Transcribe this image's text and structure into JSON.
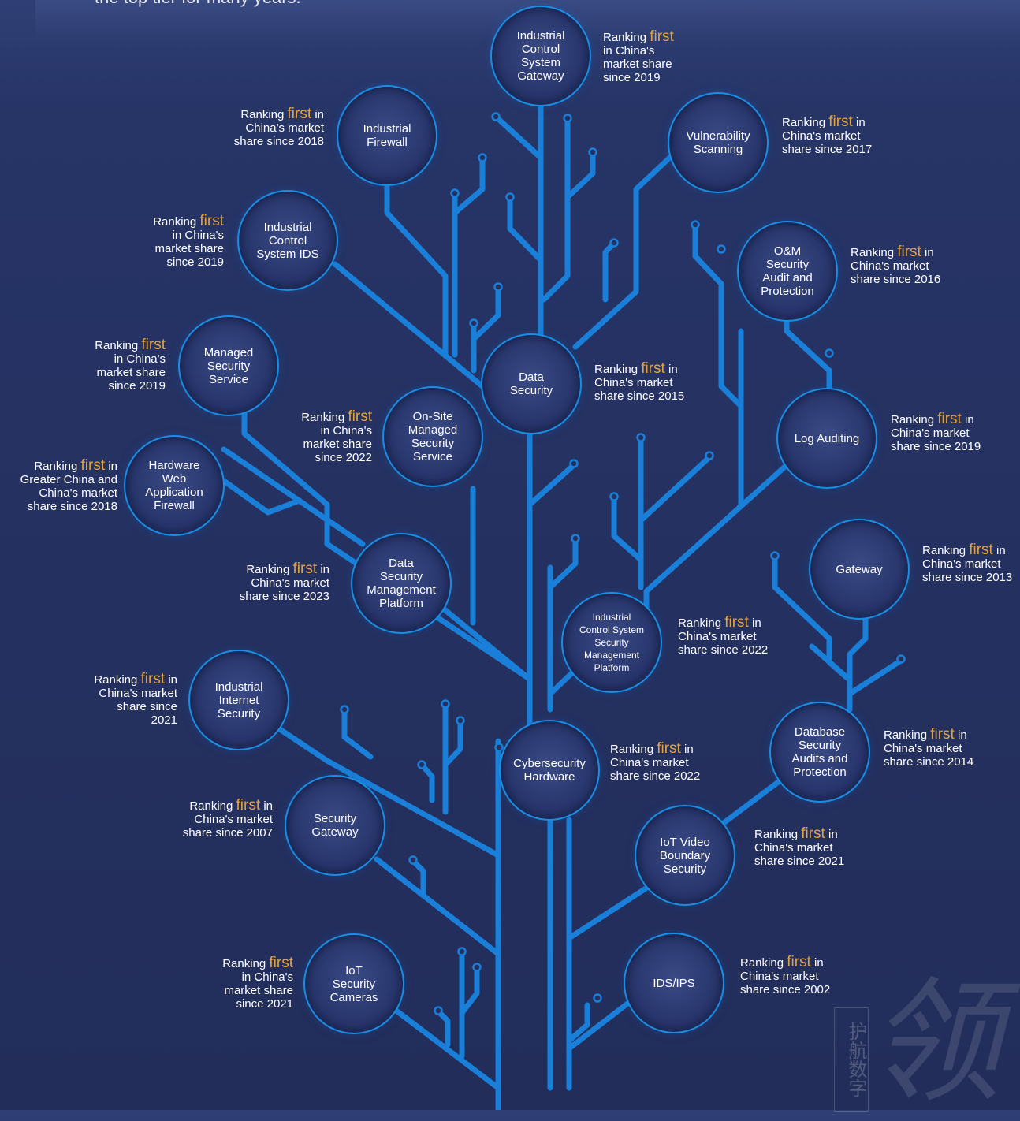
{
  "intro_text": "the top tier for many years.",
  "nodes": {
    "ics_gateway": {
      "label": [
        "Industrial",
        "Control",
        "System",
        "Gateway"
      ],
      "caption_pre": "Ranking ",
      "caption_hl": "first",
      "caption_post": "in China's market share since 2019"
    },
    "industrial_firewall": {
      "label": [
        "Industrial",
        "Firewall"
      ],
      "caption_pre": "Ranking ",
      "caption_hl": "first",
      "caption_post": "China's market share since 2018"
    },
    "vulnerability_scanning": {
      "label": [
        "Vulnerability",
        "Scanning"
      ],
      "caption_pre": "Ranking ",
      "caption_hl": "first",
      "caption_post": "China's market share since 2017"
    },
    "ics_ids": {
      "label": [
        "Industrial",
        "Control",
        "System IDS"
      ],
      "caption_pre": "Ranking ",
      "caption_hl": "first",
      "caption_post": "in China's market share since 2019"
    },
    "om_audit": {
      "label": [
        "O&M",
        "Security",
        "Audit and",
        "Protection"
      ],
      "caption_pre": "Ranking ",
      "caption_hl": "first",
      "caption_post": "China's market share since 2016"
    },
    "managed_security": {
      "label": [
        "Managed",
        "Security",
        "Service"
      ],
      "caption_pre": "Ranking ",
      "caption_hl": "first",
      "caption_post": "in China's market share since 2019"
    },
    "data_security": {
      "label": [
        "Data",
        "Security"
      ],
      "caption_pre": "Ranking ",
      "caption_hl": "first",
      "caption_post": "China's market share since 2015"
    },
    "onsite_managed": {
      "label": [
        "On-Site",
        "Managed",
        "Security",
        "Service"
      ],
      "caption_pre": "Ranking ",
      "caption_hl": "first",
      "caption_post": "in China's market share since 2022"
    },
    "log_auditing": {
      "label": [
        "Log Auditing"
      ],
      "caption_pre": "Ranking ",
      "caption_hl": "first",
      "caption_post": "China's market share since 2019"
    },
    "hw_waf": {
      "label": [
        "Hardware",
        "Web",
        "Application",
        "Firewall"
      ],
      "caption_pre": "Ranking ",
      "caption_hl": "first",
      "caption_post": "Greater China and China's market share since 2018"
    },
    "gateway": {
      "label": [
        "Gateway"
      ],
      "caption_pre": "Ranking ",
      "caption_hl": "first",
      "caption_post": "China's market share since 2013"
    },
    "dsmp": {
      "label": [
        "Data",
        "Security",
        "Management",
        "Platform"
      ],
      "caption_pre": "Ranking ",
      "caption_hl": "first",
      "caption_post": "China's market share since 2023"
    },
    "ics_smp": {
      "label": [
        "Industrial",
        "Control System",
        "Security",
        "Management",
        "Platform"
      ],
      "caption_pre": "Ranking ",
      "caption_hl": "first",
      "caption_post": "China's market share since 2022"
    },
    "industrial_internet": {
      "label": [
        "Industrial",
        "Internet",
        "Security"
      ],
      "caption_pre": "Ranking ",
      "caption_hl": "first",
      "caption_post": "China's market share since 2021"
    },
    "cyber_hardware": {
      "label": [
        "Cybersecurity",
        "Hardware"
      ],
      "caption_pre": "Ranking ",
      "caption_hl": "first",
      "caption_post": "China's market share since 2022"
    },
    "db_audit": {
      "label": [
        "Database",
        "Security",
        "Audits and",
        "Protection"
      ],
      "caption_pre": "Ranking ",
      "caption_hl": "first",
      "caption_post": "China's market share since 2014"
    },
    "security_gateway": {
      "label": [
        "Security",
        "Gateway"
      ],
      "caption_pre": "Ranking ",
      "caption_hl": "first",
      "caption_post": "China's market share since 2007"
    },
    "iot_video": {
      "label": [
        "IoT Video",
        "Boundary",
        "Security"
      ],
      "caption_pre": "Ranking ",
      "caption_hl": "first",
      "caption_post": "China's market share since 2021"
    },
    "iot_cameras": {
      "label": [
        "IoT",
        "Security",
        "Cameras"
      ],
      "caption_pre": "Ranking ",
      "caption_hl": "first",
      "caption_post": "in China's market share since 2021"
    },
    "ids_ips": {
      "label": [
        "IDS/IPS"
      ],
      "caption_pre": "Ranking ",
      "caption_hl": "first",
      "caption_post": "China's market share since 2002"
    }
  },
  "caption_lines": {
    "ics_gateway": [
      "in China's",
      "market share",
      "since 2019"
    ],
    "industrial_firewall": [
      "China's market",
      "share since 2018"
    ],
    "vulnerability_scanning": [
      "China's market",
      "share since 2017"
    ],
    "ics_ids": [
      "in China's",
      "market share",
      "since 2019"
    ],
    "om_audit": [
      "China's market",
      "share since 2016"
    ],
    "managed_security": [
      "in China's",
      "market share",
      "since 2019"
    ],
    "data_security": [
      "China's market",
      "share since 2015"
    ],
    "onsite_managed": [
      "in China's",
      "market share",
      "since 2022"
    ],
    "log_auditing": [
      "China's market",
      "share since 2019"
    ],
    "hw_waf": [
      "Greater China and",
      "China's market",
      "share since 2018"
    ],
    "gateway": [
      "China's market",
      "share since 2013"
    ],
    "dsmp": [
      "China's market",
      "share since 2023"
    ],
    "ics_smp": [
      "China's market",
      "share since 2022"
    ],
    "industrial_internet": [
      "China's market",
      "share since",
      "2021"
    ],
    "cyber_hardware": [
      "China's market",
      "share since 2022"
    ],
    "db_audit": [
      "China's market",
      "share since 2014"
    ],
    "security_gateway": [
      "China's market",
      "share since 2007"
    ],
    "iot_video": [
      "China's market",
      "share since 2021"
    ],
    "iot_cameras": [
      "in China's",
      "market share",
      "since 2021"
    ],
    "ids_ips": [
      "China's market",
      "share since 2002"
    ]
  },
  "caption_word_in": "in",
  "watermark": {
    "seal_text": "护航数字",
    "big_char": "领"
  },
  "colors": {
    "branch": "#1a7fd8",
    "accent": "#e3a23b",
    "ring": "#1a8ee0",
    "background": "#24305f"
  }
}
